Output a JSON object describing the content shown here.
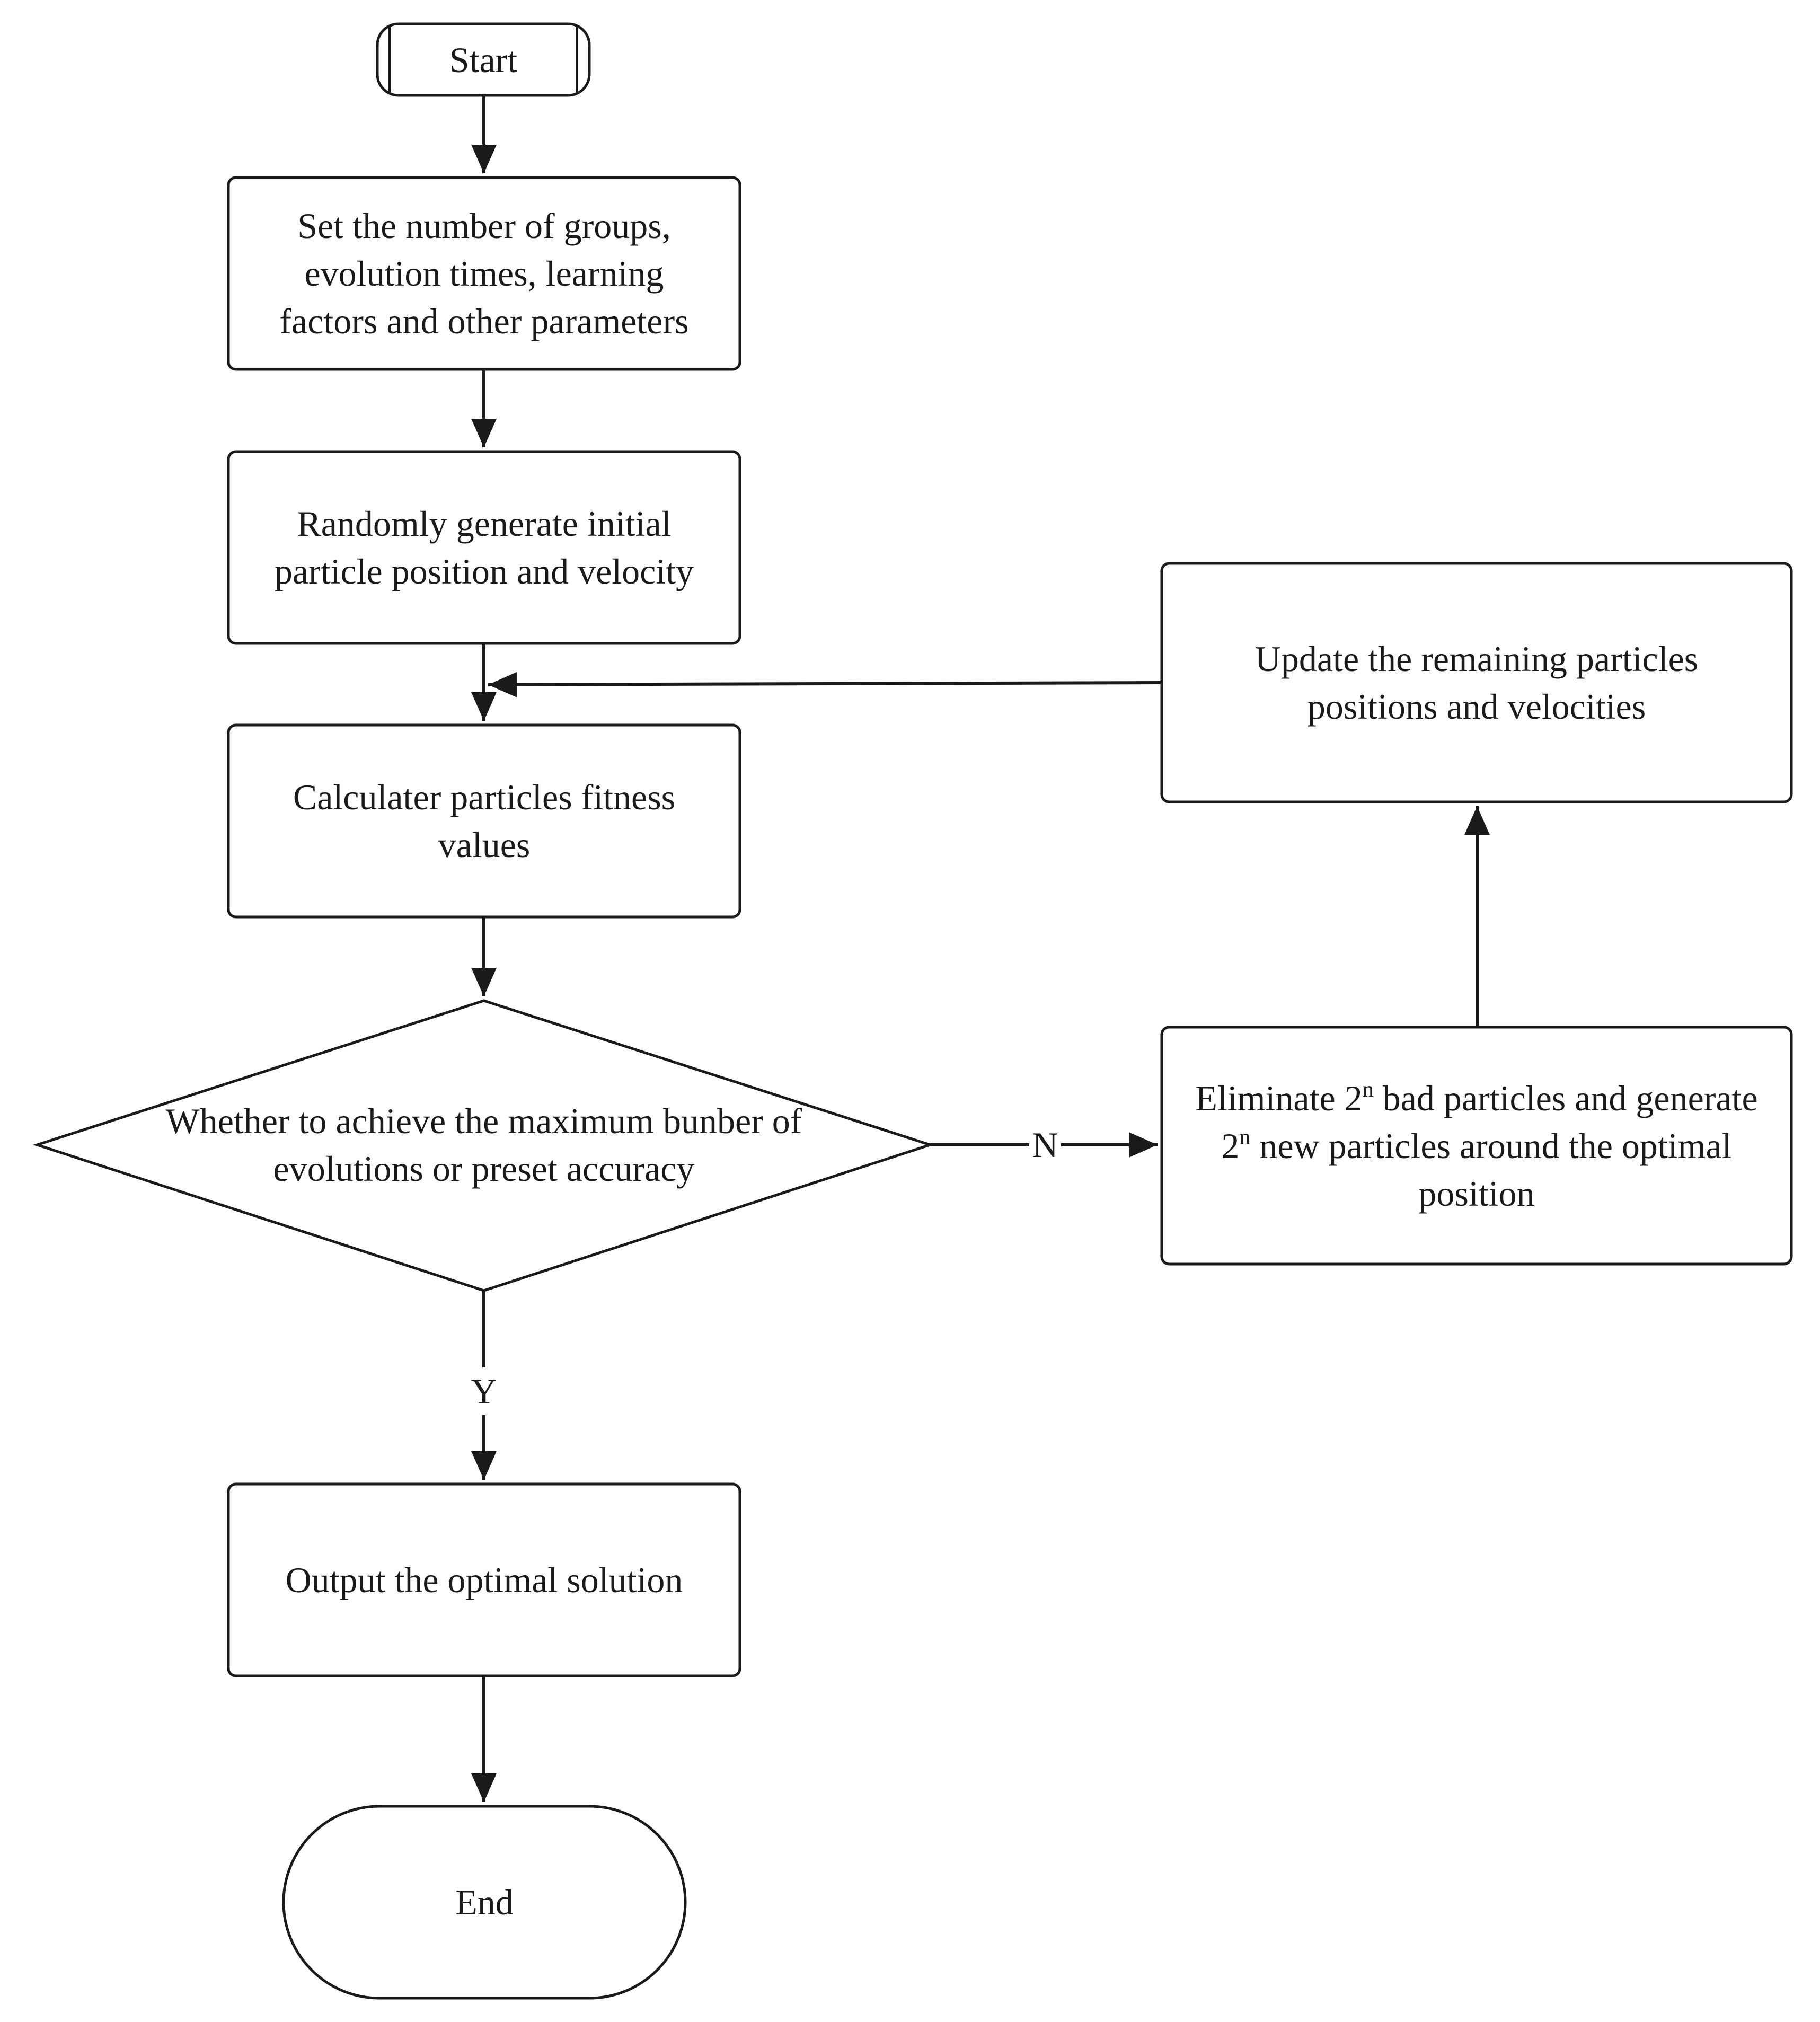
{
  "nodes": {
    "start": {
      "text": "Start"
    },
    "set_params": {
      "lines": [
        "Set the number of groups,",
        "evolution times, learning",
        "factors and other parameters"
      ]
    },
    "random_init": {
      "lines": [
        "Randomly generate initial",
        "particle position and velocity"
      ]
    },
    "fitness": {
      "lines": [
        "Calculater particles fitness",
        "values"
      ]
    },
    "decision": {
      "lines": [
        "Whether to achieve the maximum bunber of",
        "evolutions or preset accuracy"
      ]
    },
    "eliminate": {
      "line1_pre": "Eliminate 2",
      "line1_sup": "n",
      "line1_post": " bad particles and generate",
      "line2_pre": "2",
      "line2_sup": "n",
      "line2_post": " new particles around the optimal",
      "line3": "position"
    },
    "update": {
      "lines": [
        "Update the remaining particles",
        "positions and velocities"
      ]
    },
    "output": {
      "text": "Output the optimal solution"
    },
    "end": {
      "text": "End"
    }
  },
  "edge_labels": {
    "no": "N",
    "yes": "Y"
  }
}
